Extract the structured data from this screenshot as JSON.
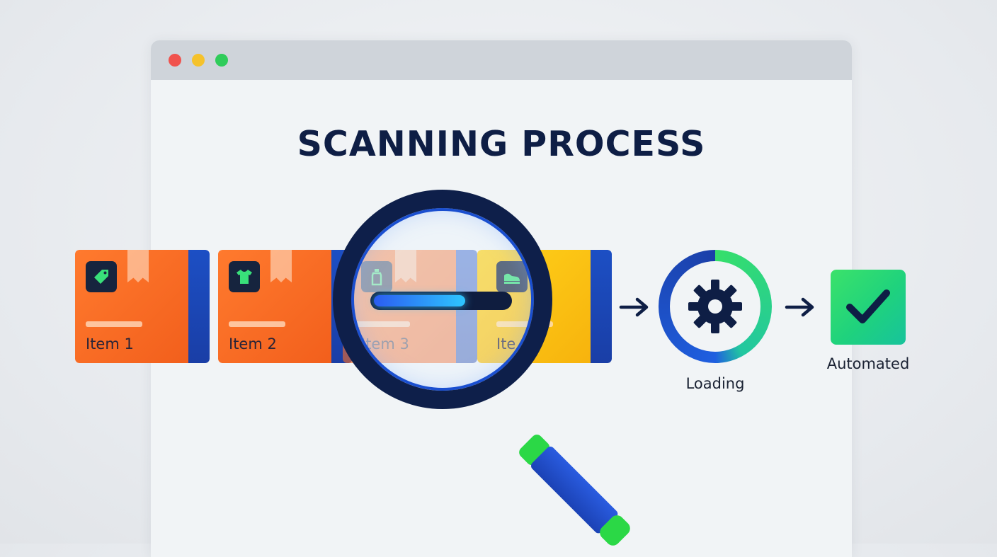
{
  "window": {
    "controls": [
      "close",
      "minimize",
      "maximize"
    ],
    "title": "SCANNING PROCESS"
  },
  "items": [
    {
      "label": "Item 1",
      "icon": "price-tag-icon",
      "color": "#f7661f"
    },
    {
      "label": "Item 2",
      "icon": "t-shirt-icon",
      "color": "#f7661f"
    },
    {
      "label": "Item 3",
      "icon": "bottle-icon",
      "color": "#f7661f"
    },
    {
      "label": "Ite",
      "icon": "shoe-icon",
      "color": "#fcc515"
    }
  ],
  "scanner": {
    "icon": "magnifying-glass-icon",
    "progress": 0.68
  },
  "pipeline": {
    "loading": {
      "label": "Loading",
      "icon": "gear-icon",
      "progress": 0.42
    },
    "done": {
      "label": "Automated",
      "icon": "checkmark-icon"
    }
  },
  "colors": {
    "navy": "#0e1e45",
    "blue": "#1c4fc4",
    "orange": "#f7661f",
    "yellow": "#fcc515",
    "green": "#2bd846"
  }
}
